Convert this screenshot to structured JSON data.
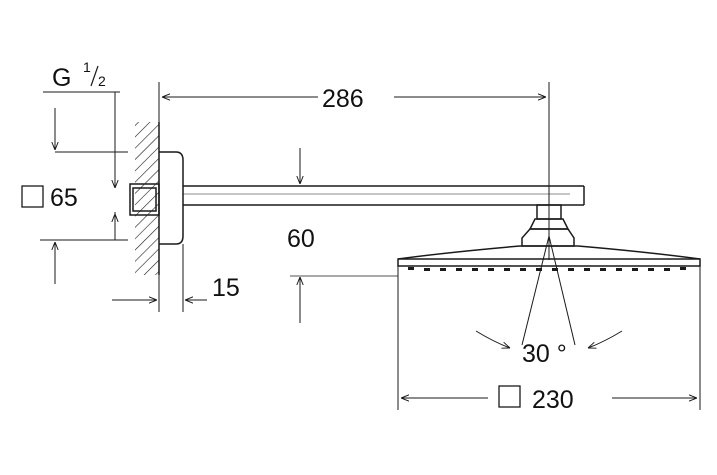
{
  "labels": {
    "thread_prefix": "G",
    "thread_num": "1",
    "thread_den": "2",
    "wall_flange": "65",
    "arm_length": "286",
    "arm_drop": "60",
    "wall_offset": "15",
    "head_size": "230",
    "spray_angle": "30 °"
  },
  "colors": {
    "line": "#1a1a1a",
    "background": "#ffffff"
  },
  "icons": {
    "square_symbol": "square-dimension-icon"
  }
}
